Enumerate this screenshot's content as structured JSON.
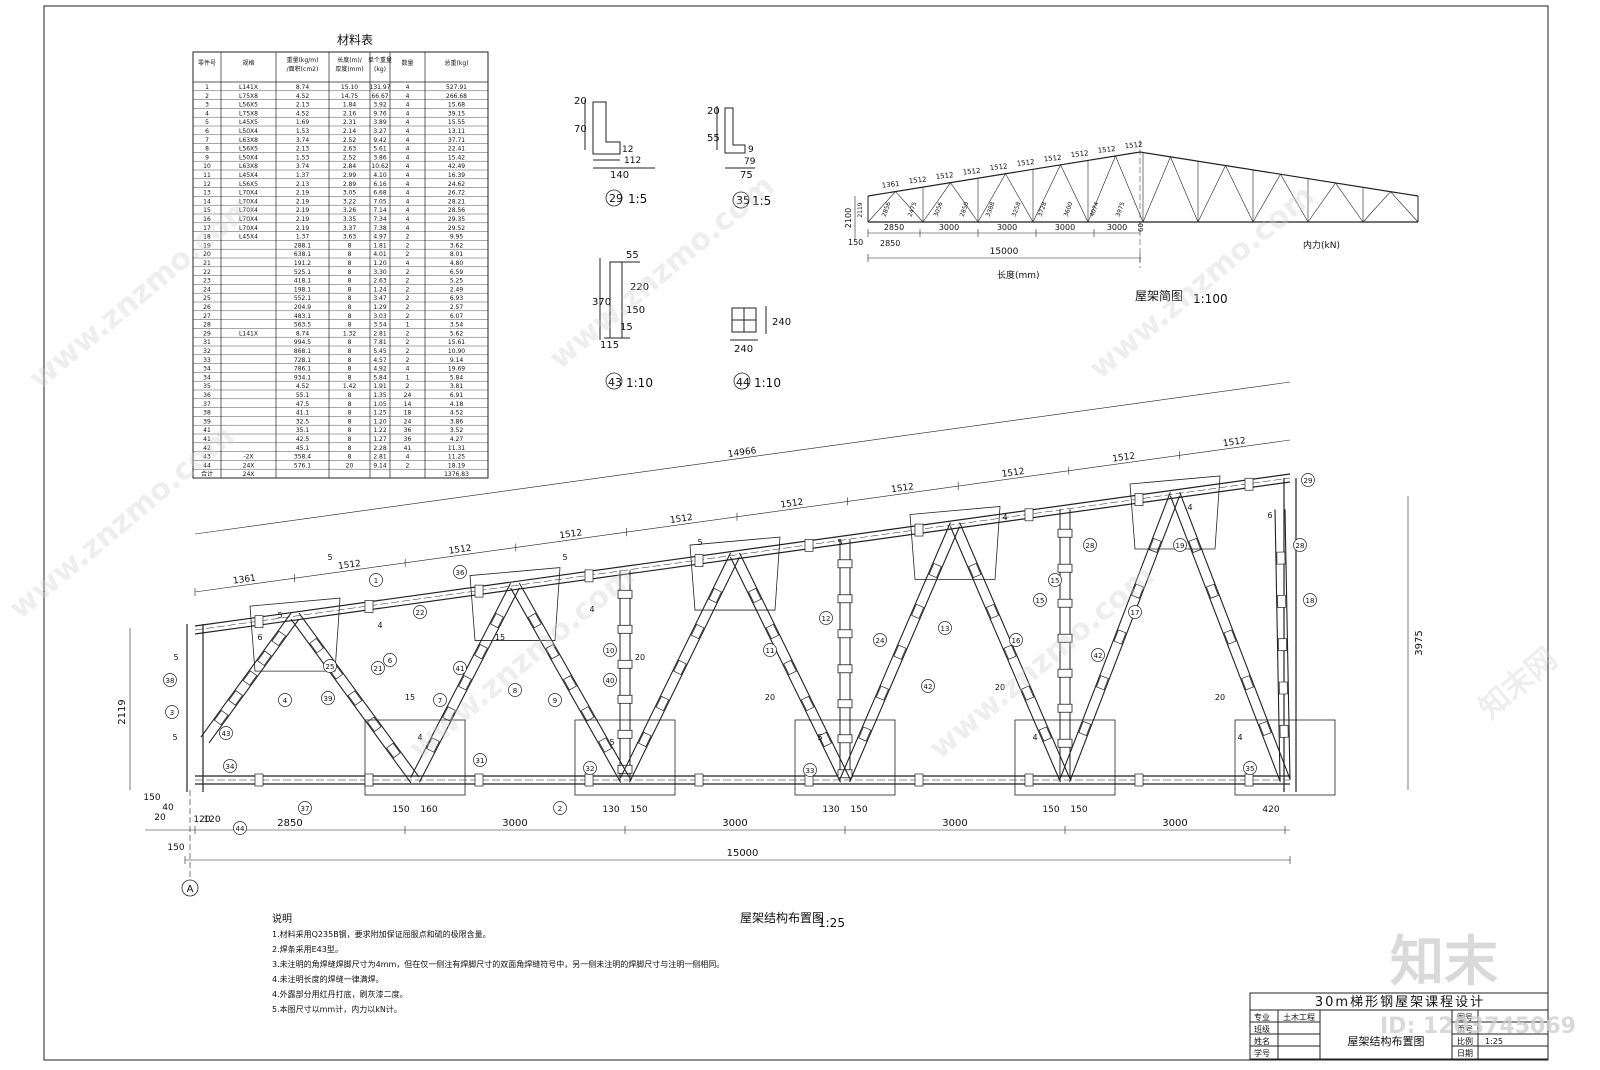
{
  "material_table": {
    "title": "材料表",
    "headers": [
      "零件号",
      "规格",
      "重量(kg/m)\n/面积(cm2)",
      "长度(m)/\n厚度(mm)",
      "单个重量\n(kg)",
      "数量",
      "总重(kg)"
    ],
    "rows": [
      [
        "1",
        "L141X",
        "8.74",
        "15.10",
        "131.97",
        "4",
        "527.91"
      ],
      [
        "2",
        "L75X8",
        "4.52",
        "14.75",
        "66.67",
        "4",
        "266.68"
      ],
      [
        "3",
        "L56X5",
        "2.13",
        "1.84",
        "3.92",
        "4",
        "15.68"
      ],
      [
        "4",
        "L75X8",
        "4.52",
        "2.16",
        "9.76",
        "4",
        "39.15"
      ],
      [
        "5",
        "L45X5",
        "1.69",
        "2.31",
        "3.89",
        "4",
        "15.55"
      ],
      [
        "6",
        "L50X4",
        "1.53",
        "2.14",
        "3.27",
        "4",
        "13.11"
      ],
      [
        "7",
        "L63X8",
        "3.74",
        "2.52",
        "9.42",
        "4",
        "37.71"
      ],
      [
        "8",
        "L56X5",
        "2.13",
        "2.63",
        "5.61",
        "4",
        "22.41"
      ],
      [
        "9",
        "L50X4",
        "1.53",
        "2.52",
        "3.86",
        "4",
        "15.42"
      ],
      [
        "10",
        "L63X8",
        "3.74",
        "2.84",
        "10.62",
        "4",
        "42.49"
      ],
      [
        "11",
        "L45X4",
        "1.37",
        "2.99",
        "4.10",
        "4",
        "16.39"
      ],
      [
        "12",
        "L56X5",
        "2.13",
        "2.89",
        "6.16",
        "4",
        "24.62"
      ],
      [
        "13",
        "L70X4",
        "2.19",
        "3.05",
        "6.68",
        "4",
        "26.72"
      ],
      [
        "14",
        "L70X4",
        "2.19",
        "3.22",
        "7.05",
        "4",
        "28.21"
      ],
      [
        "15",
        "L70X4",
        "2.19",
        "3.26",
        "7.14",
        "4",
        "28.56"
      ],
      [
        "16",
        "L70X4",
        "2.19",
        "3.35",
        "7.34",
        "4",
        "29.35"
      ],
      [
        "17",
        "L70X4",
        "2.19",
        "3.37",
        "7.38",
        "4",
        "29.52"
      ],
      [
        "18",
        "L45X4",
        "1.37",
        "3.63",
        "4.97",
        "2",
        "9.95"
      ],
      [
        "19",
        "",
        "288.1",
        "8",
        "1.81",
        "2",
        "3.62"
      ],
      [
        "20",
        "",
        "638.1",
        "8",
        "4.01",
        "2",
        "8.01"
      ],
      [
        "21",
        "",
        "191.2",
        "8",
        "1.20",
        "4",
        "4.80"
      ],
      [
        "22",
        "",
        "525.1",
        "8",
        "3.30",
        "2",
        "6.59"
      ],
      [
        "23",
        "",
        "418.1",
        "8",
        "2.63",
        "2",
        "5.25"
      ],
      [
        "24",
        "",
        "198.1",
        "8",
        "1.24",
        "2",
        "2.49"
      ],
      [
        "25",
        "",
        "552.1",
        "8",
        "3.47",
        "2",
        "6.93"
      ],
      [
        "26",
        "",
        "204.9",
        "8",
        "1.29",
        "2",
        "2.57"
      ],
      [
        "27",
        "",
        "483.1",
        "8",
        "3.03",
        "2",
        "6.07"
      ],
      [
        "28",
        "",
        "563.5",
        "8",
        "3.54",
        "1",
        "3.54"
      ],
      [
        "29",
        "L141X",
        "8.74",
        "1.32",
        "2.81",
        "2",
        "5.62"
      ],
      [
        "31",
        "",
        "994.5",
        "8",
        "7.81",
        "2",
        "15.61"
      ],
      [
        "32",
        "",
        "868.1",
        "8",
        "5.45",
        "2",
        "10.90"
      ],
      [
        "33",
        "",
        "728.1",
        "8",
        "4.57",
        "2",
        "9.14"
      ],
      [
        "34",
        "",
        "786.1",
        "8",
        "4.92",
        "4",
        "19.69"
      ],
      [
        "34",
        "",
        "934.1",
        "8",
        "5.84",
        "1",
        "5.84"
      ],
      [
        "35",
        "",
        "4.52",
        "1.42",
        "1.91",
        "2",
        "3.81"
      ],
      [
        "36",
        "",
        "55.1",
        "8",
        "1.35",
        "24",
        "6.91"
      ],
      [
        "37",
        "",
        "47.5",
        "8",
        "1.05",
        "14",
        "4.18"
      ],
      [
        "38",
        "",
        "41.1",
        "8",
        "1.25",
        "18",
        "4.52"
      ],
      [
        "39",
        "",
        "32.5",
        "8",
        "1.20",
        "24",
        "3.86"
      ],
      [
        "41",
        "",
        "35.1",
        "8",
        "1.22",
        "36",
        "3.52"
      ],
      [
        "41",
        "",
        "42.5",
        "8",
        "1.27",
        "36",
        "4.27"
      ],
      [
        "42",
        "",
        "45.1",
        "8",
        "2.28",
        "41",
        "11.31"
      ],
      [
        "43",
        "-2X",
        "358.4",
        "8",
        "2.81",
        "4",
        "11.25"
      ],
      [
        "44",
        "24X",
        "576.1",
        "20",
        "9.14",
        "2",
        "18.19"
      ],
      [
        "合计",
        "24X",
        "",
        "",
        "",
        "",
        "1376.83"
      ]
    ]
  },
  "details": {
    "d29": {
      "label": "29",
      "scale": "1:5",
      "dims": [
        "20",
        "70",
        "12",
        "112",
        "140"
      ]
    },
    "d35": {
      "label": "35",
      "scale": "1:5",
      "dims": [
        "20",
        "55",
        "9",
        "79",
        "75"
      ]
    },
    "d43": {
      "label": "43",
      "scale": "1:10",
      "dims": [
        "55",
        "220",
        "370",
        "150",
        "15",
        "115"
      ]
    },
    "d44": {
      "label": "44",
      "scale": "1:10",
      "dims": [
        "240",
        "240"
      ]
    }
  },
  "sketch": {
    "title": "屋架简图",
    "scale": "1:100",
    "length_label": "长度(mm)",
    "force_label": "内力(kN)",
    "top_dims": [
      "1361",
      "1512",
      "1512",
      "1512",
      "1512",
      "1512",
      "1512",
      "1512",
      "1512",
      "1512"
    ],
    "bottom_dims": [
      "2850",
      "3000",
      "3000",
      "3000",
      "3000"
    ],
    "total": "15000",
    "left_dims": [
      "2100",
      "150"
    ],
    "member_lengths": [
      "2856",
      "2475",
      "3056",
      "2850",
      "3388",
      "3258",
      "3728",
      "3600",
      "4074",
      "3975"
    ],
    "left_extra": [
      "2119",
      "2850"
    ],
    "mid_mark": "60"
  },
  "truss": {
    "title": "屋架结构布置图",
    "scale": "1:25",
    "top_dim": "14966",
    "top_panels": [
      "1361",
      "1512",
      "1512",
      "1512",
      "1512",
      "1512",
      "1512",
      "1512",
      "1512",
      "1512"
    ],
    "bottom_panels": [
      "2850",
      "3000",
      "3000",
      "3000",
      "3000"
    ],
    "bottom_total": "15000",
    "left_height": "2119",
    "right_height": "3975",
    "axis_label": "A",
    "left_small_dims": [
      "150",
      "120",
      "120",
      "40",
      "150",
      "20"
    ],
    "node_dims": [
      "150",
      "160",
      "130",
      "150",
      "150",
      "420"
    ]
  },
  "notes": {
    "title": "说明",
    "items": [
      "1.材料采用Q235B钢，要求附加保证屈服点和硫的极限含量。",
      "2.焊条采用E43型。",
      "3.未注明的角焊缝焊脚尺寸为4mm，但在仅一侧注有焊脚尺寸的双面角焊缝符号中，另一侧未注明的焊脚尺寸与注明一侧相同。",
      "4.未注明长度的焊缝一律满焊。",
      "4.外露部分用红丹打底，刷灰漆二度。",
      "5.本图尺寸以mm计，内力以kN计。"
    ]
  },
  "title_block": {
    "project": "30m梯形钢屋架课程设计",
    "rows": [
      [
        "专业",
        "土木工程"
      ],
      [
        "班级",
        ""
      ],
      [
        "姓名",
        ""
      ],
      [
        "学号",
        ""
      ]
    ],
    "drawing_name": "屋架结构布置图",
    "right_rows": [
      [
        "图号",
        ""
      ],
      [
        "页号",
        ""
      ],
      [
        "比例",
        "1:25"
      ],
      [
        "日期",
        ""
      ]
    ]
  },
  "watermark": {
    "brand": "知末",
    "id": "ID: 1203745069",
    "site": "www.znzmo.com",
    "cn": "知末网"
  }
}
